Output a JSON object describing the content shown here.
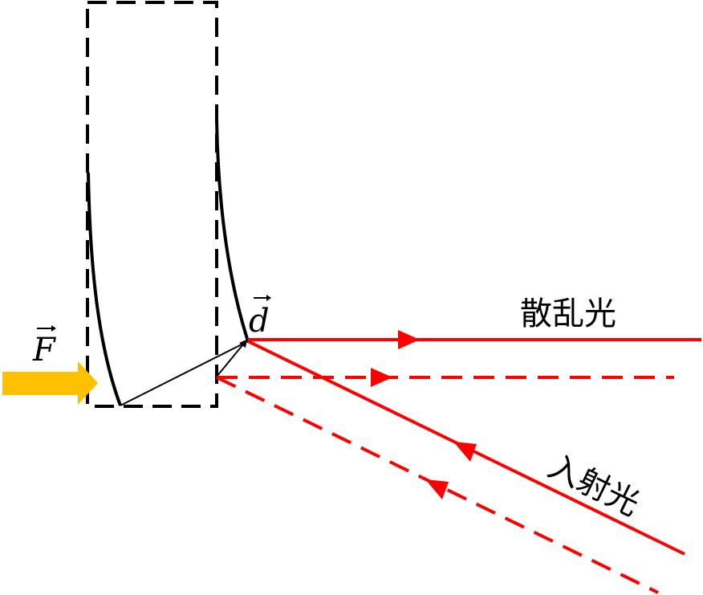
{
  "labels": {
    "force": "F",
    "displacement": "d",
    "scattered_light": "散乱光",
    "incident_light": "入射光"
  },
  "colors": {
    "outline": "#000000",
    "light_ray": "#ff0000",
    "force_arrow": "#ffc000"
  }
}
